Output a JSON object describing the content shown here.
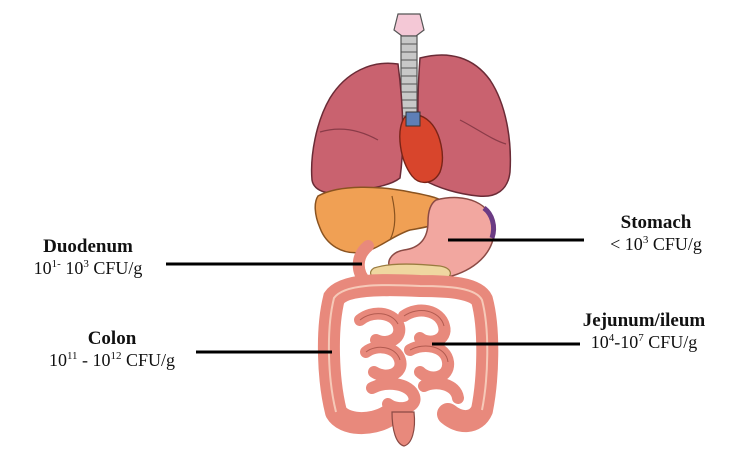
{
  "diagram": {
    "labels": [
      {
        "id": "stomach",
        "name": "Stomach",
        "value": {
          "prefix": "< 10",
          "sup": "3",
          "suffix": " CFU/g"
        }
      },
      {
        "id": "duodenum",
        "name": "Duodenum",
        "value": {
          "prefix": "10",
          "sup": "1-",
          "mid": " 10",
          "sup2": "3",
          "suffix": " CFU/g"
        }
      },
      {
        "id": "colon",
        "name": "Colon",
        "value": {
          "prefix": "10",
          "sup": "11",
          "mid": " - 10",
          "sup2": "12",
          "suffix": " CFU/g"
        }
      },
      {
        "id": "jejunum",
        "name": "Jejunum/ileum",
        "value": {
          "prefix": "10",
          "sup": "4",
          "mid": "-10",
          "sup2": "7",
          "suffix": " CFU/g"
        }
      }
    ],
    "colors": {
      "lung": "#c9626f",
      "lung_dark": "#9e4553",
      "liver": "#f0a054",
      "heart": "#d8452c",
      "stomach": "#f2a7a0",
      "pancreas": "#efd7a0",
      "intestine": "#e8897c",
      "trachea": "#b9b9b9",
      "leader": "#000000"
    }
  }
}
